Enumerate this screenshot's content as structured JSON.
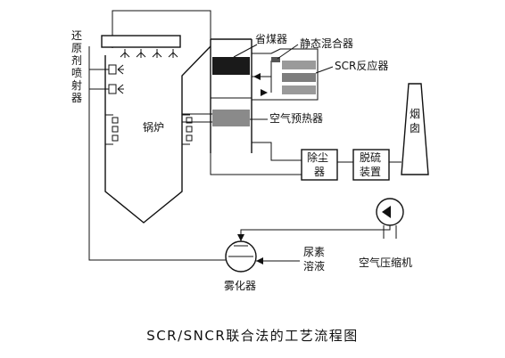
{
  "labels": {
    "reductant_injector": [
      "还",
      "原",
      "剂",
      "喷",
      "射",
      "器"
    ],
    "economizer": "省煤器",
    "static_mixer": "静态混合器",
    "scr_reactor": "SCR反应器",
    "air_preheater": "空气预热器",
    "boiler": "锅炉",
    "chimney": [
      "烟",
      "囱"
    ],
    "dust_collector": [
      "除尘",
      "器"
    ],
    "desulfurization": [
      "脱硫",
      "装置"
    ],
    "urea_solution": [
      "尿素",
      "溶液"
    ],
    "air_compressor": "空气压缩机",
    "atomizer": "雾化器"
  },
  "caption": "SCR/SNCR联合法的工艺流程图"
}
